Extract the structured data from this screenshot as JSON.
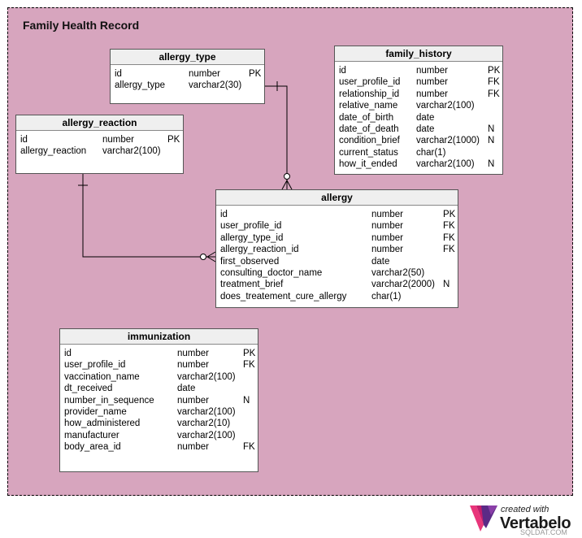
{
  "diagram": {
    "title": "Family Health Record",
    "tables": [
      {
        "name": "allergy_type",
        "columns": [
          {
            "name": "id",
            "type": "number",
            "flag": "PK"
          },
          {
            "name": "allergy_type",
            "type": "varchar2(30)",
            "flag": ""
          }
        ]
      },
      {
        "name": "family_history",
        "columns": [
          {
            "name": "id",
            "type": "number",
            "flag": "PK"
          },
          {
            "name": "user_profile_id",
            "type": "number",
            "flag": "FK"
          },
          {
            "name": "relationship_id",
            "type": "number",
            "flag": "FK"
          },
          {
            "name": "relative_name",
            "type": "varchar2(100)",
            "flag": ""
          },
          {
            "name": "date_of_birth",
            "type": "date",
            "flag": ""
          },
          {
            "name": "date_of_death",
            "type": "date",
            "flag": "N"
          },
          {
            "name": "condition_brief",
            "type": "varchar2(1000)",
            "flag": "N"
          },
          {
            "name": "current_status",
            "type": "char(1)",
            "flag": ""
          },
          {
            "name": "how_it_ended",
            "type": "varchar2(100)",
            "flag": "N"
          }
        ]
      },
      {
        "name": "allergy_reaction",
        "columns": [
          {
            "name": "id",
            "type": "number",
            "flag": "PK"
          },
          {
            "name": "allergy_reaction",
            "type": "varchar2(100)",
            "flag": ""
          }
        ]
      },
      {
        "name": "allergy",
        "columns": [
          {
            "name": "id",
            "type": "number",
            "flag": "PK"
          },
          {
            "name": "user_profile_id",
            "type": "number",
            "flag": "FK"
          },
          {
            "name": "allergy_type_id",
            "type": "number",
            "flag": "FK"
          },
          {
            "name": "allergy_reaction_id",
            "type": "number",
            "flag": "FK"
          },
          {
            "name": "first_observed",
            "type": "date",
            "flag": ""
          },
          {
            "name": "consulting_doctor_name",
            "type": "varchar2(50)",
            "flag": ""
          },
          {
            "name": "treatment_brief",
            "type": "varchar2(2000)",
            "flag": "N"
          },
          {
            "name": "does_treatement_cure_allergy",
            "type": "char(1)",
            "flag": ""
          }
        ]
      },
      {
        "name": "immunization",
        "columns": [
          {
            "name": "id",
            "type": "number",
            "flag": "PK"
          },
          {
            "name": "user_profile_id",
            "type": "number",
            "flag": "FK"
          },
          {
            "name": "vaccination_name",
            "type": "varchar2(100)",
            "flag": ""
          },
          {
            "name": "dt_received",
            "type": "date",
            "flag": ""
          },
          {
            "name": "number_in_sequence",
            "type": "number",
            "flag": "N"
          },
          {
            "name": "provider_name",
            "type": "varchar2(100)",
            "flag": ""
          },
          {
            "name": "how_administered",
            "type": "varchar2(10)",
            "flag": ""
          },
          {
            "name": "manufacturer",
            "type": "varchar2(100)",
            "flag": ""
          },
          {
            "name": "body_area_id",
            "type": "number",
            "flag": "FK"
          }
        ]
      }
    ]
  },
  "brand": {
    "tagline": "created with",
    "name": "Vertabelo",
    "watermark": "SQLDAT.COM"
  }
}
